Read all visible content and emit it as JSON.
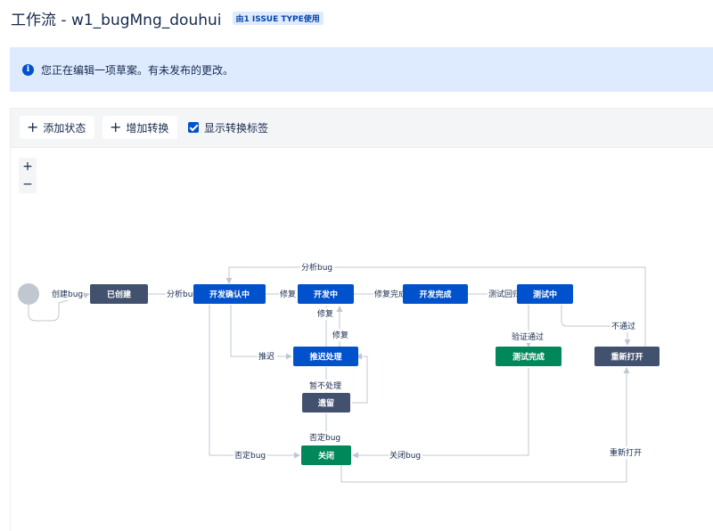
{
  "header": {
    "title": "工作流 - w1_bugMng_douhui",
    "badge": "由1 ISSUE TYPE使用"
  },
  "banner": {
    "icon": "info-icon",
    "text": "您正在编辑一项草案。有未发布的更改。"
  },
  "toolbar": {
    "add_status": "添加状态",
    "add_transition": "增加转换",
    "show_labels": "显示转换标签",
    "show_labels_checked": true
  },
  "zoom": {
    "in": "+",
    "out": "−"
  },
  "colors": {
    "todo": "#42526e",
    "in_progress": "#0052cc",
    "done": "#00875a",
    "line": "#c1c7d0"
  },
  "statuses": {
    "created": {
      "label": "已创建",
      "category": "todo"
    },
    "dev_confirm": {
      "label": "开发确认中",
      "category": "in_progress"
    },
    "developing": {
      "label": "开发中",
      "category": "in_progress"
    },
    "dev_done": {
      "label": "开发完成",
      "category": "in_progress"
    },
    "testing": {
      "label": "测试中",
      "category": "in_progress"
    },
    "deferred": {
      "label": "推迟处理",
      "category": "in_progress"
    },
    "retained": {
      "label": "遗留",
      "category": "todo"
    },
    "test_done": {
      "label": "测试完成",
      "category": "done"
    },
    "reopened": {
      "label": "重新打开",
      "category": "todo"
    },
    "closed": {
      "label": "关闭",
      "category": "done"
    }
  },
  "transitions": {
    "create_bug": "创建bug",
    "analyze_bug_1": "分析bug",
    "analyze_bug_2": "分析bug",
    "fix_1": "修复",
    "fix_done": "修复完成",
    "test_return": "测试回归",
    "fix_2": "修复",
    "fix_3": "修复",
    "postpone": "推迟",
    "verify_pass": "验证通过",
    "not_pass": "不通过",
    "not_handle": "暂不处理",
    "deny_bug_1": "否定bug",
    "deny_bug_2": "否定bug",
    "close_bug": "关闭bug",
    "reopen": "重新打开"
  }
}
